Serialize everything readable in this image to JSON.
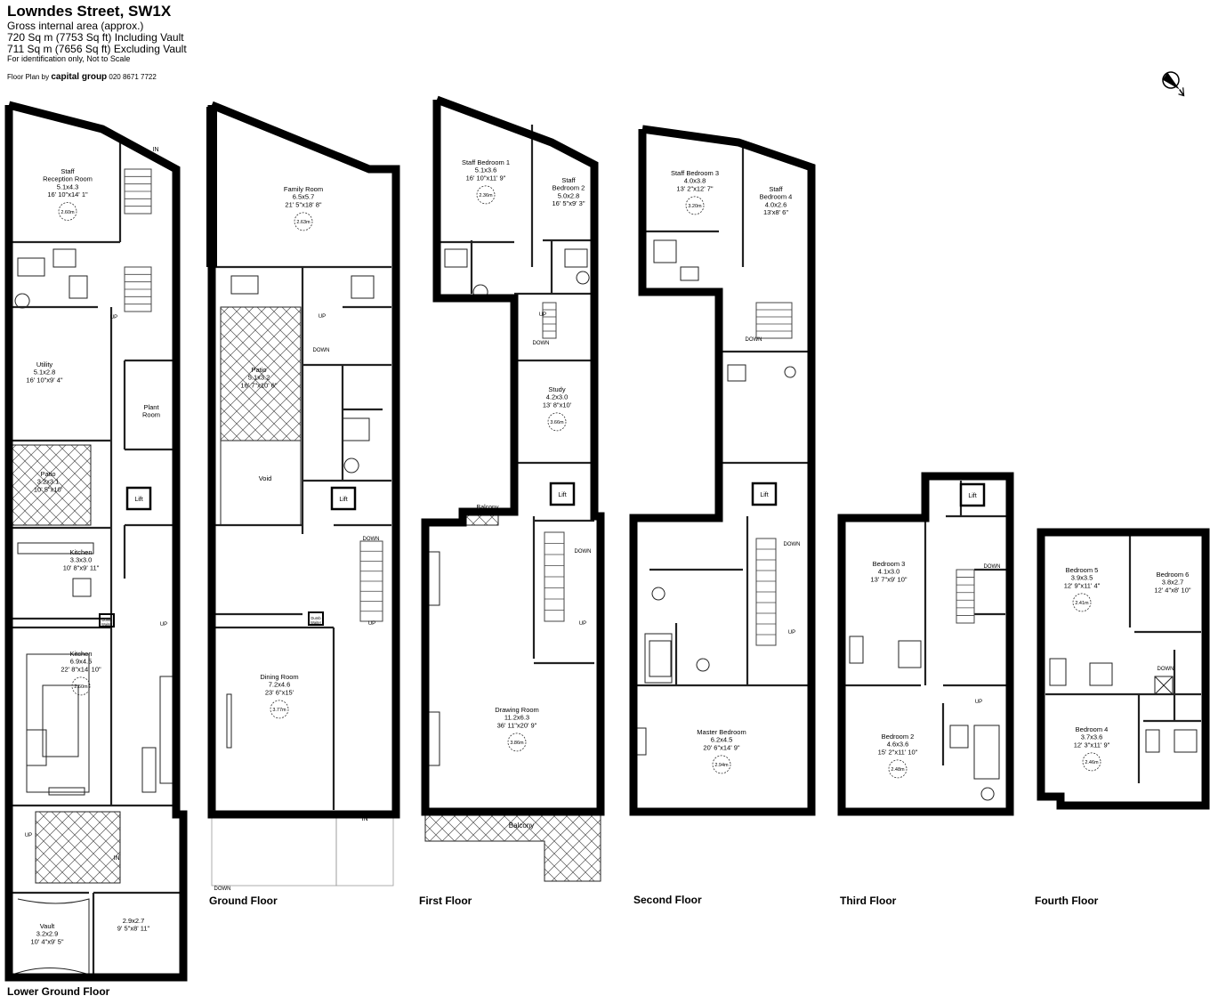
{
  "header": {
    "title": "Lowndes Street, SW1X",
    "gia_label": "Gross internal area (approx.)",
    "area_incl": "720 Sq m (7753 Sq ft) Including Vault",
    "area_excl": "711 Sq m (7656 Sq ft) Excluding Vault",
    "disclaimer": "For identification only, Not to Scale",
    "by_prefix": "Floor Plan by",
    "brand": "capital group",
    "phone": "020 8671 7722"
  },
  "floors": [
    {
      "id": "lower-ground",
      "label": "Lower Ground Floor"
    },
    {
      "id": "ground",
      "label": "Ground Floor"
    },
    {
      "id": "first",
      "label": "First Floor"
    },
    {
      "id": "second",
      "label": "Second Floor"
    },
    {
      "id": "third",
      "label": "Third Floor"
    },
    {
      "id": "fourth",
      "label": "Fourth Floor"
    }
  ],
  "rooms": [
    {
      "id": "staff-reception",
      "lines": [
        "Staff",
        "Reception Room",
        "5.1x4.3",
        "16' 10\"x14' 1\""
      ],
      "height": "2.60m"
    },
    {
      "id": "utility",
      "lines": [
        "Utility",
        "5.1x2.8",
        "16' 10\"x9' 4\""
      ]
    },
    {
      "id": "plant-room",
      "lines": [
        "Plant",
        "Room"
      ]
    },
    {
      "id": "patio-lg",
      "lines": [
        "Patio",
        "3.2x3.1",
        "10' 5\"x10'"
      ]
    },
    {
      "id": "kitchen-small",
      "lines": [
        "Kitchen",
        "3.3x3.0",
        "10' 8\"x9' 11\""
      ]
    },
    {
      "id": "kitchen-main",
      "lines": [
        "Kitchen",
        "6.9x4.5",
        "22' 8\"x14' 10\""
      ],
      "height": "2.60m"
    },
    {
      "id": "vault",
      "lines": [
        "Vault",
        "3.2x2.9",
        "10' 4\"x9' 5\""
      ]
    },
    {
      "id": "store-lg",
      "lines": [
        "2.9x2.7",
        "9' 5\"x8' 11\""
      ]
    },
    {
      "id": "family-room",
      "lines": [
        "Family Room",
        "6.5x5.7",
        "21' 5\"x18' 8\""
      ],
      "height": "2.63m"
    },
    {
      "id": "patio-ground",
      "lines": [
        "Patio",
        "5.1x3.2",
        "16' 7\"x10' 6\""
      ]
    },
    {
      "id": "void",
      "lines": [
        "Void"
      ]
    },
    {
      "id": "dining-room",
      "lines": [
        "Dining Room",
        "7.2x4.6",
        "23' 6\"x15'"
      ],
      "height": "3.77m"
    },
    {
      "id": "staff-bed-1",
      "lines": [
        "Staff Bedroom 1",
        "5.1x3.6",
        "16' 10\"x11' 9\""
      ],
      "height": "2.36m"
    },
    {
      "id": "staff-bed-2",
      "lines": [
        "Staff",
        "Bedroom 2",
        "5.0x2.8",
        "16' 5\"x9' 3\""
      ]
    },
    {
      "id": "study",
      "lines": [
        "Study",
        "4.2x3.0",
        "13' 8\"x10'"
      ],
      "height": "3.66m"
    },
    {
      "id": "drawing-room",
      "lines": [
        "Drawing Room",
        "11.2x6.3",
        "36' 11\"x20' 9\""
      ],
      "height": "3.86m"
    },
    {
      "id": "staff-bed-3",
      "lines": [
        "Staff Bedroom 3",
        "4.0x3.8",
        "13' 2\"x12' 7\""
      ],
      "height": "3.20m"
    },
    {
      "id": "staff-bed-4",
      "lines": [
        "Staff",
        "Bedroom 4",
        "4.0x2.6",
        "13'x8' 6\""
      ]
    },
    {
      "id": "master-bedroom",
      "lines": [
        "Master Bedroom",
        "6.2x4.5",
        "20' 6\"x14' 9\""
      ],
      "height": "2.94m"
    },
    {
      "id": "bedroom-3",
      "lines": [
        "Bedroom 3",
        "4.1x3.0",
        "13' 7\"x9' 10\""
      ]
    },
    {
      "id": "bedroom-2",
      "lines": [
        "Bedroom 2",
        "4.6x3.6",
        "15' 2\"x11' 10\""
      ],
      "height": "2.48m"
    },
    {
      "id": "bedroom-5",
      "lines": [
        "Bedroom 5",
        "3.9x3.5",
        "12' 9\"x11' 4\""
      ],
      "height": "2.41m"
    },
    {
      "id": "bedroom-6",
      "lines": [
        "Bedroom 6",
        "3.8x2.7",
        "12' 4\"x8' 10\""
      ]
    },
    {
      "id": "bedroom-4",
      "lines": [
        "Bedroom 4",
        "3.7x3.6",
        "12' 3\"x11' 9\""
      ],
      "height": "2.46m"
    }
  ],
  "labels": {
    "lift": "Lift",
    "up": "UP",
    "down": "DOWN",
    "in": "IN",
    "balcony": "Balcony",
    "dumb_waiter": [
      "Dumb",
      "Waiter"
    ]
  },
  "colors": {
    "wall": "#000000",
    "hatch": "#555555",
    "line": "#222222",
    "stair": "#444444"
  },
  "icons": {
    "compass": "compass-icon"
  }
}
